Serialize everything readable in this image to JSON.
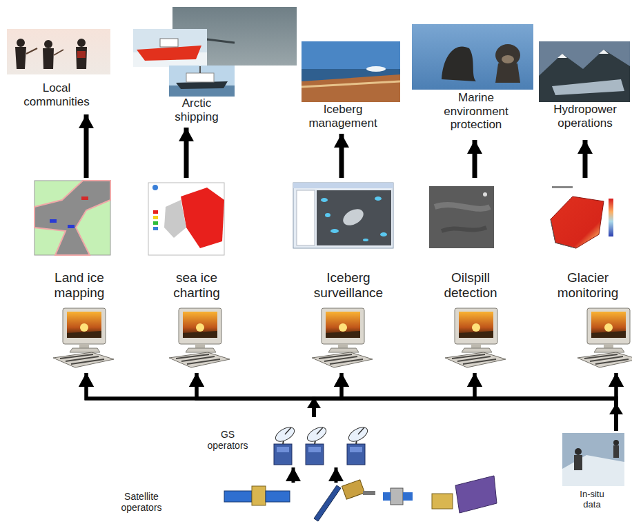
{
  "diagram": {
    "nodes": [
      {
        "text": [
          "Local communities"
        ]
      },
      {
        "text": [
          "Arctic shipping"
        ]
      },
      {
        "text": [
          "Iceberg management"
        ]
      },
      {
        "text": [
          "Marine environment protection"
        ]
      },
      {
        "text": [
          "Hydropower operations"
        ]
      },
      {
        "text": [
          "Land ice mapping"
        ]
      },
      {
        "text": [
          "sea ice charting"
        ]
      },
      {
        "text": [
          "Iceberg surveillance"
        ]
      },
      {
        "text": [
          "Oilspill detection"
        ]
      },
      {
        "text": [
          "Glacier monitoring"
        ]
      },
      {
        "text": [
          "GS operators"
        ]
      },
      {
        "text": [
          "Satellite operators"
        ]
      },
      {
        "text": [
          "In-situ data"
        ]
      }
    ],
    "edges": [
      {
        "from": 5,
        "to": 0,
        "arrow": "to"
      },
      {
        "from": 6,
        "to": 1,
        "arrow": "to"
      },
      {
        "from": 7,
        "to": 2,
        "arrow": "to"
      },
      {
        "from": 8,
        "to": 3,
        "arrow": "to"
      },
      {
        "from": 9,
        "to": 4,
        "arrow": "to"
      },
      {
        "from": 10,
        "to": 5,
        "arrow": "to"
      },
      {
        "from": 10,
        "to": 6,
        "arrow": "to"
      },
      {
        "from": 10,
        "to": 7,
        "arrow": "to"
      },
      {
        "from": 10,
        "to": 8,
        "arrow": "to"
      },
      {
        "from": 10,
        "to": 9,
        "arrow": "to"
      },
      {
        "from": 12,
        "to": 5,
        "arrow": "to"
      },
      {
        "from": 12,
        "to": 6,
        "arrow": "to"
      },
      {
        "from": 12,
        "to": 7,
        "arrow": "to"
      },
      {
        "from": 12,
        "to": 8,
        "arrow": "to"
      },
      {
        "from": 12,
        "to": 9,
        "arrow": "to"
      },
      {
        "from": 11,
        "to": 10,
        "arrow": "to"
      }
    ]
  }
}
